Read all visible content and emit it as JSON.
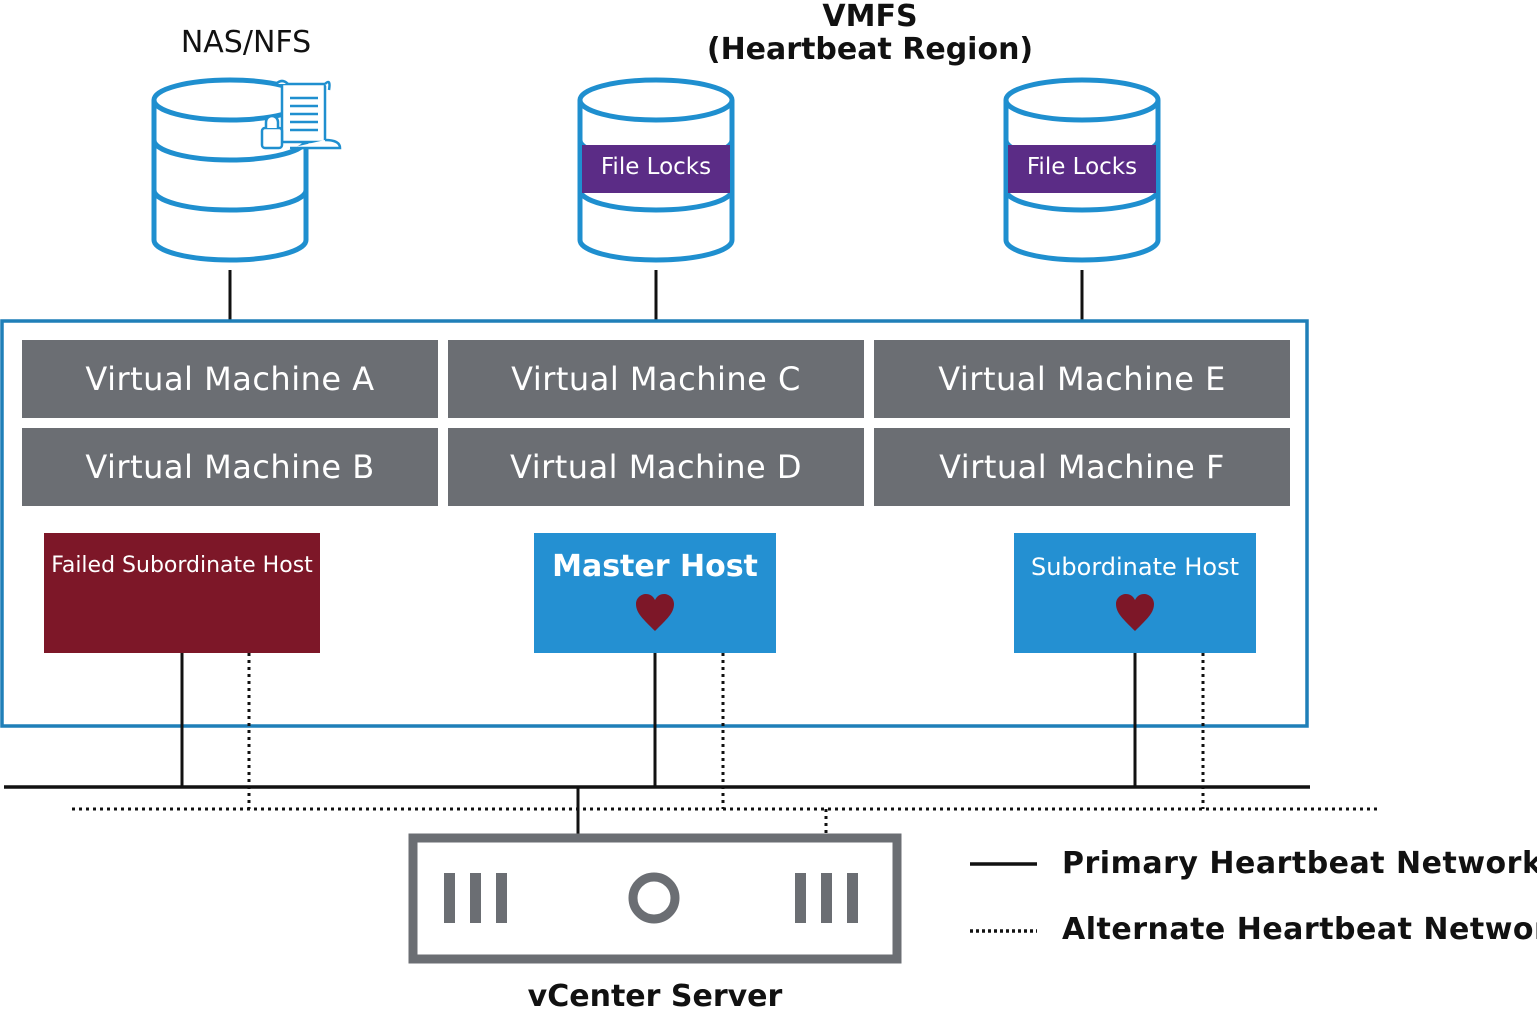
{
  "datastores": {
    "nas_label": "NAS/NFS",
    "vmfs_title": "VMFS",
    "vmfs_subtitle": "(Heartbeat Region)",
    "file_locks_1": "File Locks",
    "file_locks_2": "File Locks"
  },
  "vms": [
    {
      "label": "Virtual Machine A"
    },
    {
      "label": "Virtual Machine B"
    },
    {
      "label": "Virtual Machine C"
    },
    {
      "label": "Virtual Machine D"
    },
    {
      "label": "Virtual Machine E"
    },
    {
      "label": "Virtual Machine F"
    }
  ],
  "hosts": {
    "failed": "Failed Subordinate Host",
    "master": "Master Host",
    "subordinate": "Subordinate Host"
  },
  "server": {
    "label": "vCenter Server"
  },
  "legend": {
    "primary": "Primary Heartbeat Network",
    "alternate": "Alternate Heartbeat Network"
  },
  "colors": {
    "datastore_blue": "#1f8fcf",
    "file_locks_purple": "#5b2c86",
    "vm_gray": "#6b6e73",
    "failed_red": "#7d1728",
    "host_blue": "#2490d2",
    "heart": "#7d1728",
    "cluster_border": "#1f7fb8",
    "server_gray": "#6b6e73"
  }
}
